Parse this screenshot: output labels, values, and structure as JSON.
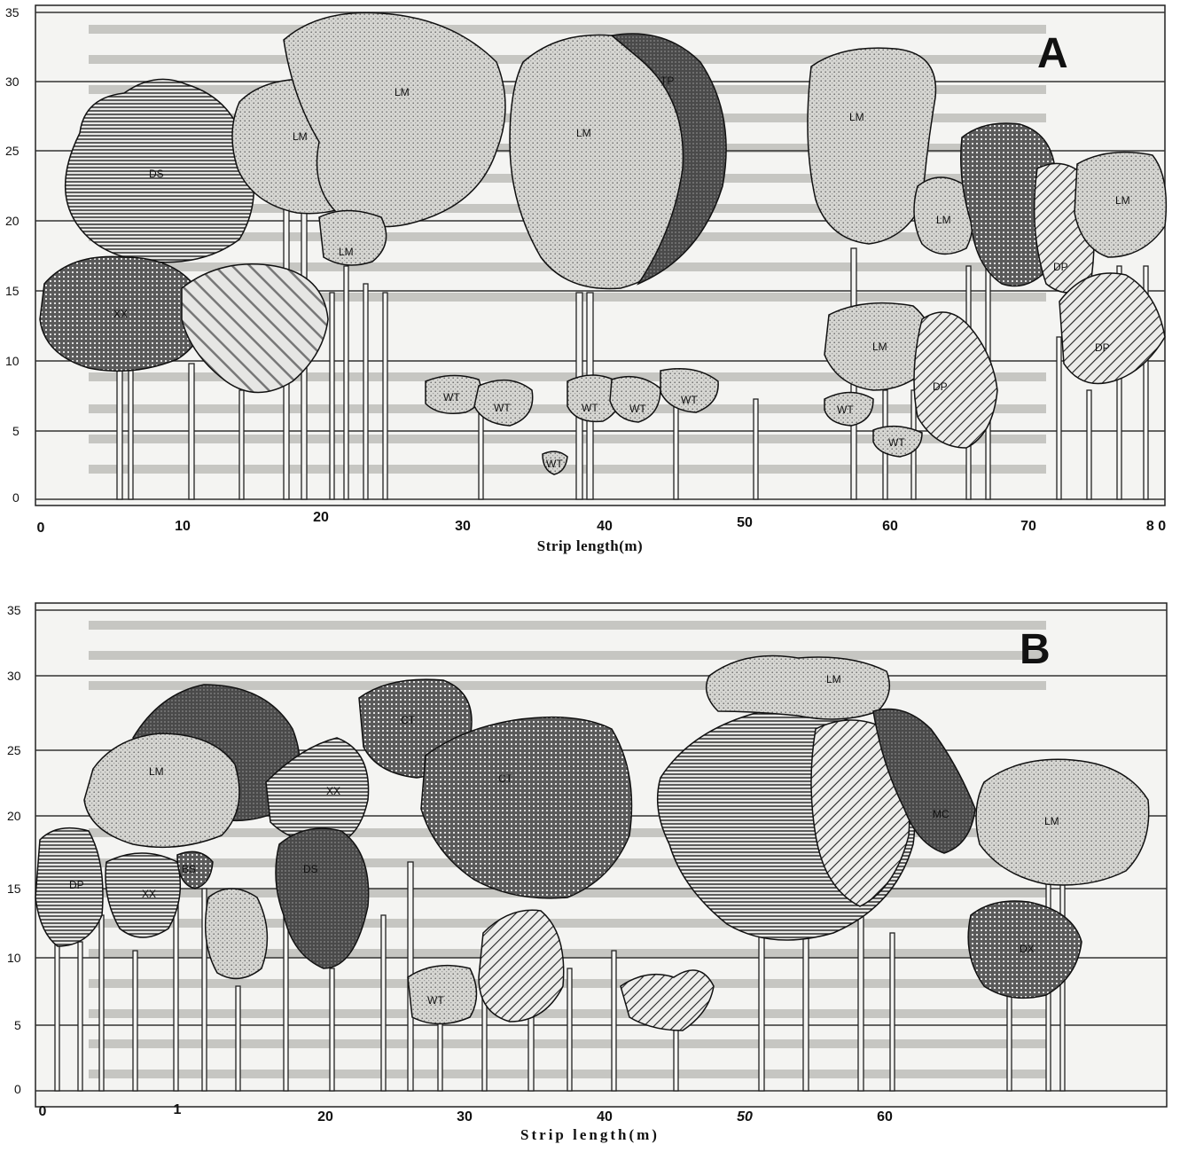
{
  "colors": {
    "paper": "#f4f4f2",
    "text_ghost": "#c4c4c0",
    "ink": "#1a1a1a",
    "grid": "#333333"
  },
  "panels": [
    {
      "id": "A",
      "letter": "A",
      "y_ticks": [
        "35",
        "30",
        "25",
        "20",
        "15",
        "10",
        "5",
        "0"
      ],
      "x_ticks": [
        "0",
        "10",
        "20",
        "30",
        "40",
        "50",
        "60",
        "70",
        "8 0"
      ],
      "x_label": "Strip  length(m)",
      "crowns": [
        {
          "code": "DS",
          "pattern": "hlines"
        },
        {
          "code": "XX",
          "pattern": "cross"
        },
        {
          "code": "",
          "pattern": "diag-wide"
        },
        {
          "code": "LM",
          "pattern": "stipple"
        },
        {
          "code": "LM",
          "pattern": "stipple"
        },
        {
          "code": "LM",
          "pattern": "stipple"
        },
        {
          "code": "LM",
          "pattern": "stipple"
        },
        {
          "code": "TP",
          "pattern": "dark"
        },
        {
          "code": "WT",
          "pattern": "stipple"
        },
        {
          "code": "WT",
          "pattern": "stipple"
        },
        {
          "code": "WT",
          "pattern": "stipple"
        },
        {
          "code": "WT",
          "pattern": "stipple"
        },
        {
          "code": "WT",
          "pattern": "stipple"
        },
        {
          "code": "WT",
          "pattern": "stipple"
        },
        {
          "code": "LM",
          "pattern": "stipple"
        },
        {
          "code": "LM",
          "pattern": "stipple"
        },
        {
          "code": "LM",
          "pattern": "stipple"
        },
        {
          "code": "WT",
          "pattern": "stipple"
        },
        {
          "code": "WT",
          "pattern": "stipple"
        },
        {
          "code": "DP",
          "pattern": "diag"
        },
        {
          "code": "",
          "pattern": "cross"
        },
        {
          "code": "DP",
          "pattern": "diag"
        },
        {
          "code": "LM",
          "pattern": "stipple"
        },
        {
          "code": "DP",
          "pattern": "diag"
        }
      ]
    },
    {
      "id": "B",
      "letter": "B",
      "y_ticks": [
        "35",
        "30",
        "25",
        "20",
        "15",
        "10",
        "5",
        "0"
      ],
      "x_ticks": [
        "0",
        "1",
        "20",
        "30",
        "40",
        "50",
        "60"
      ],
      "x_label": "Strip  length(m)",
      "crowns": [
        {
          "code": "",
          "pattern": "dark"
        },
        {
          "code": "LM",
          "pattern": "stipple"
        },
        {
          "code": "DP",
          "pattern": "hlines"
        },
        {
          "code": "XX",
          "pattern": "hlines"
        },
        {
          "code": "BS",
          "pattern": "cross"
        },
        {
          "code": "",
          "pattern": "stipple"
        },
        {
          "code": "XX",
          "pattern": "hlines"
        },
        {
          "code": "DS",
          "pattern": "dark"
        },
        {
          "code": "CT",
          "pattern": "cross"
        },
        {
          "code": "CT",
          "pattern": "cross"
        },
        {
          "code": "WT",
          "pattern": "stipple"
        },
        {
          "code": "",
          "pattern": "diag"
        },
        {
          "code": "",
          "pattern": "diag"
        },
        {
          "code": "",
          "pattern": "hlines"
        },
        {
          "code": "",
          "pattern": "diag"
        },
        {
          "code": "LM",
          "pattern": "stipple"
        },
        {
          "code": "MC",
          "pattern": "dark"
        },
        {
          "code": "LM",
          "pattern": "stipple"
        },
        {
          "code": "DX",
          "pattern": "cross"
        }
      ]
    }
  ]
}
